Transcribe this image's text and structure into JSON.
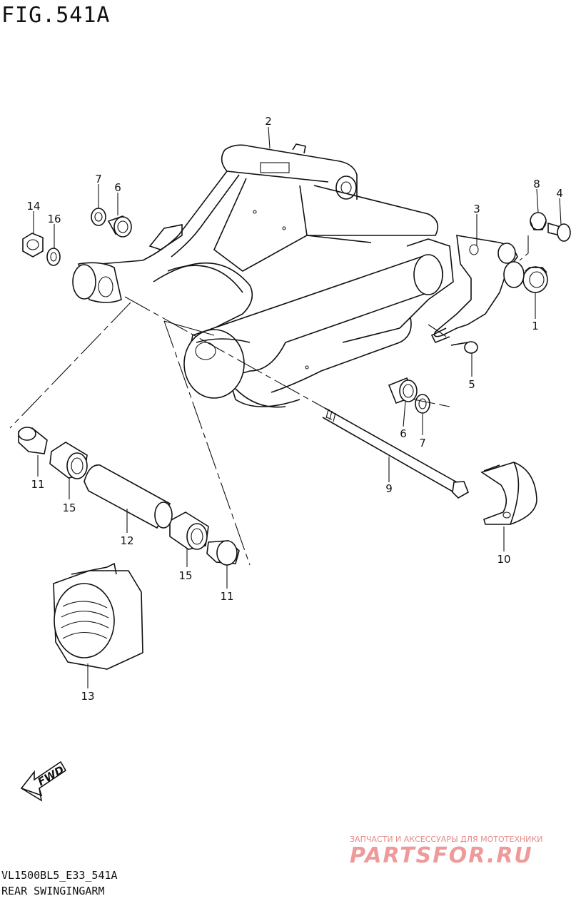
{
  "figure": {
    "title": "FIG.541A",
    "model_code": "VL1500BL5_E33_541A",
    "name": "REAR SWINGINGARM"
  },
  "fwd_label": "FWD",
  "watermark": {
    "tagline": "ЗАПЧАСТИ И АКСЕССУАРЫ ДЛЯ МОТОТЕХНИКИ",
    "logo": "PARTSFOR.RU"
  },
  "callouts": [
    "1",
    "2",
    "3",
    "4",
    "5",
    "6",
    "6",
    "7",
    "7",
    "8",
    "9",
    "10",
    "11",
    "11",
    "12",
    "13",
    "14",
    "15",
    "15",
    "16"
  ],
  "colors": {
    "line": "#111111",
    "watermark": "#ee9a9a"
  }
}
